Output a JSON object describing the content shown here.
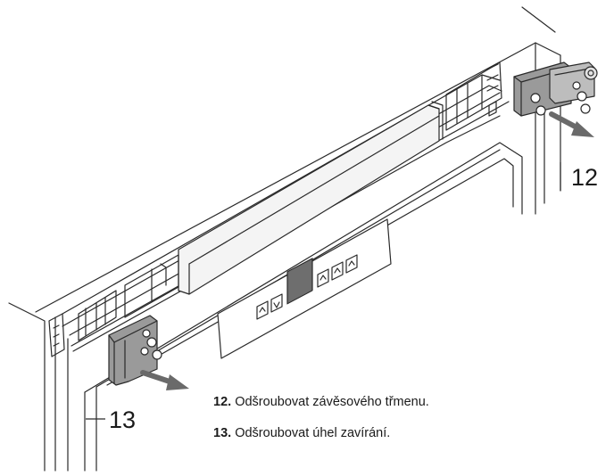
{
  "callouts": {
    "hinge_bracket_number": "12",
    "closing_angle_number": "13"
  },
  "steps": [
    {
      "number": "12.",
      "text": "Odšroubovat závěsového třmenu."
    },
    {
      "number": "13.",
      "text": "Odšroubovat úhel zavírání."
    }
  ],
  "colors": {
    "line": "#2a2a2a",
    "part_fill": "#8f8f8f",
    "part_light": "#bdbdbd",
    "screen_fill": "#6e6e6e"
  }
}
